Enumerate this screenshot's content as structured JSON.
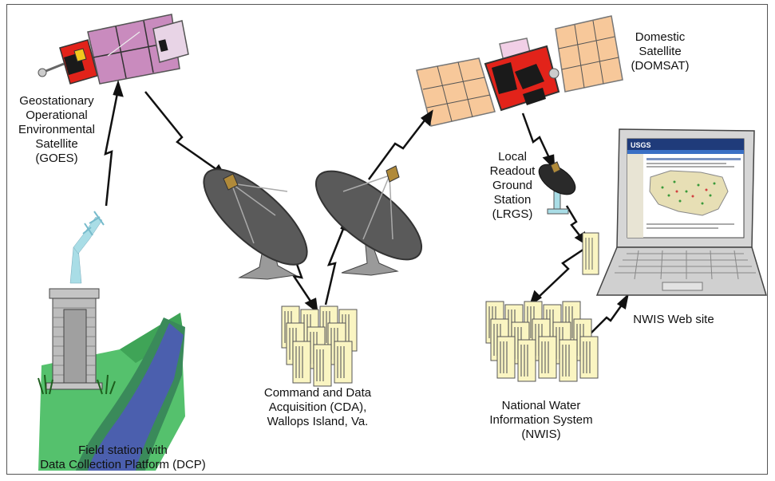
{
  "labels": {
    "goes": "Geostationary\nOperational\nEnvironmental\nSatellite\n(GOES)",
    "domsat": "Domestic\nSatellite\n(DOMSAT)",
    "lrgs": "Local\nReadout\nGround\nStation\n(LRGS)",
    "cda": "Command and Data\nAcquisition (CDA),\nWallops Island, Va.",
    "nwis": "National Water\nInformation System\n(NWIS)",
    "website": "NWIS Web site",
    "field": "Field station with\nData Collection Platform (DCP)"
  },
  "screen": {
    "logo": "USGS"
  },
  "colors": {
    "goes_panel": "#c98bbe",
    "domsat_panel": "#f7c89a",
    "satellite_body": "#e2231a",
    "dish": "#5a5a5a",
    "server": "#faf5c2",
    "grass": "#55c16d",
    "river": "#4b5fae",
    "antenna": "#a9dde6"
  }
}
